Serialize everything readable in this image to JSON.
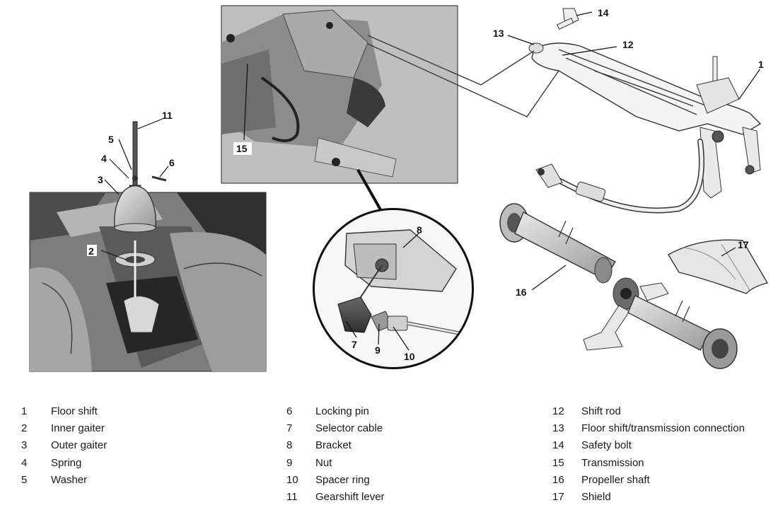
{
  "callouts": {
    "c1": "1",
    "c2": "2",
    "c3": "3",
    "c4": "4",
    "c5": "5",
    "c6": "6",
    "c7": "7",
    "c8": "8",
    "c9": "9",
    "c10": "10",
    "c11": "11",
    "c12": "12",
    "c13": "13",
    "c14": "14",
    "c15": "15",
    "c16": "16",
    "c17": "17"
  },
  "legend": {
    "col1": [
      {
        "num": "1",
        "text": "Floor shift"
      },
      {
        "num": "2",
        "text": "Inner gaiter"
      },
      {
        "num": "3",
        "text": "Outer gaiter"
      },
      {
        "num": "4",
        "text": "Spring"
      },
      {
        "num": "5",
        "text": "Washer"
      }
    ],
    "col2": [
      {
        "num": "6",
        "text": "Locking pin"
      },
      {
        "num": "7",
        "text": "Selector cable"
      },
      {
        "num": "8",
        "text": "Bracket"
      },
      {
        "num": "9",
        "text": "Nut"
      },
      {
        "num": "10",
        "text": "Spacer ring"
      },
      {
        "num": "11",
        "text": "Gearshift lever"
      }
    ],
    "col3": [
      {
        "num": "12",
        "text": "Shift rod"
      },
      {
        "num": "13",
        "text": "Floor shift/transmission connection"
      },
      {
        "num": "14",
        "text": "Safety bolt"
      },
      {
        "num": "15",
        "text": "Transmission"
      },
      {
        "num": "16",
        "text": "Propeller shaft"
      },
      {
        "num": "17",
        "text": "Shield"
      }
    ]
  }
}
